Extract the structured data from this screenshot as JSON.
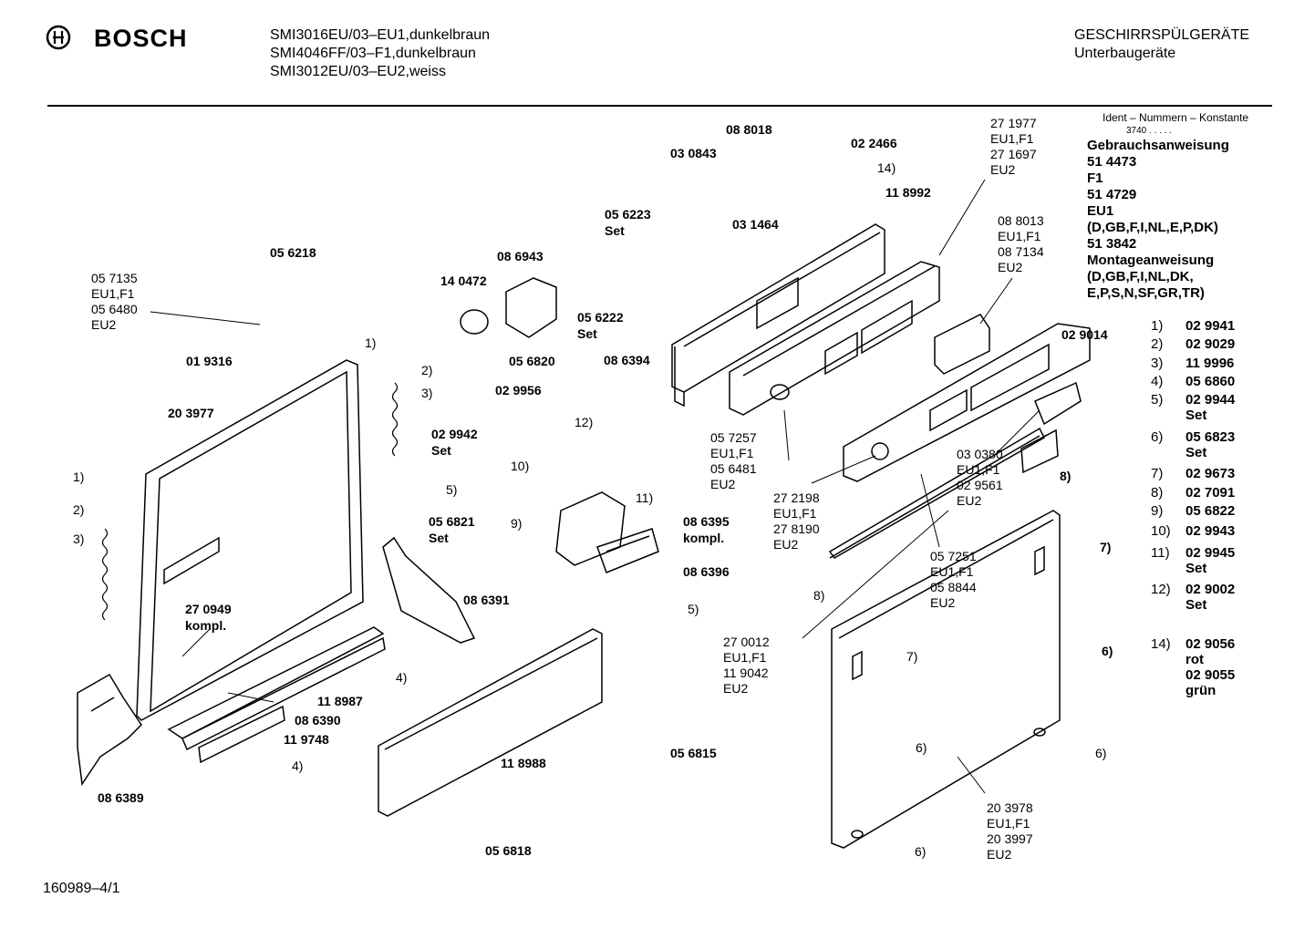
{
  "header": {
    "brand": "BOSCH",
    "models": [
      "SMI3016EU/03–EU1,dunkelbraun",
      "SMI4046FF/03–F1,dunkelbraun",
      "SMI3012EU/03–EU2,weiss"
    ],
    "category": "GESCHIRRSPÜLGERÄTE",
    "subcategory": "Unterbaugeräte"
  },
  "ident": {
    "title": "Ident – Nummern – Konstante",
    "constant": "3740 . . . . ."
  },
  "documents": [
    "Gebrauchsanweisung",
    "51 4473",
    "F1",
    "51 4729",
    "EU1",
    "(D,GB,F,I,NL,E,P,DK)",
    "51 3842",
    "Montageanweisung",
    "(D,GB,F,I,NL,DK,",
    "E,P,S,N,SF,GR,TR)"
  ],
  "legend": [
    {
      "key": "1)",
      "lines": [
        "02 9941"
      ]
    },
    {
      "key": "2)",
      "lines": [
        "02 9029"
      ]
    },
    {
      "key": "3)",
      "lines": [
        "11 9996"
      ]
    },
    {
      "key": "4)",
      "lines": [
        "05 6860"
      ]
    },
    {
      "key": "5)",
      "lines": [
        "02 9944",
        "Set"
      ]
    },
    {
      "key": "6)",
      "lines": [
        "05 6823",
        "Set"
      ]
    },
    {
      "key": "7)",
      "lines": [
        "02 9673"
      ]
    },
    {
      "key": "8)",
      "lines": [
        "02 7091"
      ]
    },
    {
      "key": "9)",
      "lines": [
        "05 6822"
      ]
    },
    {
      "key": "10)",
      "lines": [
        "02 9943"
      ]
    },
    {
      "key": "11)",
      "lines": [
        "02 9945",
        "Set"
      ]
    },
    {
      "key": "12)",
      "lines": [
        "02 9002",
        "Set"
      ]
    },
    {
      "key": "14)",
      "lines": [
        "02 9056",
        "rot",
        "02 9055",
        "grün"
      ]
    }
  ],
  "labels": {
    "p088018": "08 8018",
    "p030843": "03 0843",
    "p022466": "02 2466",
    "n14a": "14)",
    "p118992": "11 8992",
    "p031464": "03 1464",
    "p056223": "05 6223",
    "set_a": "Set",
    "p086943": "08 6943",
    "p140472": "14 0472",
    "p056222": "05 6222",
    "set_b": "Set",
    "p056218": "05 6218",
    "grpA": [
      "05 7135",
      "EU1,F1",
      "05 6480",
      "EU2"
    ],
    "grpB": [
      "27 1977",
      "EU1,F1",
      "27 1697",
      "EU2"
    ],
    "grpC": [
      "08 8013",
      "EU1,F1",
      "08 7134",
      "EU2"
    ],
    "p029014": "02 9014",
    "n1a": "1)",
    "p019316": "01 9316",
    "n2a": "2)",
    "n3a": "3)",
    "p203977": "20 3977",
    "p056820": "05 6820",
    "p086394": "08 6394",
    "p029956": "02 9956",
    "p029942": "02 9942",
    "set_c": "Set",
    "n12": "12)",
    "n10": "10)",
    "n5a": "5)",
    "n11": "11)",
    "n9": "9)",
    "p056821": "05 6821",
    "set_d": "Set",
    "p086395": "08 6395",
    "kompl_a": "kompl.",
    "p086396": "08 6396",
    "n5b": "5)",
    "grpD": [
      "05 7257",
      "EU1,F1",
      "05 6481",
      "EU2"
    ],
    "grpE": [
      "03 0380",
      "EU1,F1",
      "02 9561",
      "EU2"
    ],
    "n8a": "8)",
    "grpF": [
      "27 2198",
      "EU1,F1",
      "27 8190",
      "EU2"
    ],
    "grpG": [
      "05 7251",
      "EU1,F1",
      "05 8844",
      "EU2"
    ],
    "n1b": "1)",
    "n2b": "2)",
    "n3b": "3)",
    "p270949": "27 0949",
    "kompl_b": "kompl.",
    "p086391": "08 6391",
    "n8b": "8)",
    "grpH": [
      "27 0012",
      "EU1,F1",
      "11 9042",
      "EU2"
    ],
    "n7a": "7)",
    "n6a": "6)",
    "n7b": "7)",
    "n6b": "6)",
    "n4a": "4)",
    "p118987": "11 8987",
    "p086390": "08 6390",
    "p119748": "11 9748",
    "n4b": "4)",
    "p118988": "11 8988",
    "p056815": "05 6815",
    "n6c": "6)",
    "p086389": "08 6389",
    "p056818": "05 6818",
    "grpI": [
      "20 3978",
      "EU1,F1",
      "20 3997",
      "EU2"
    ],
    "n6d": "6)"
  },
  "footer": {
    "code": "160989–4/1"
  }
}
